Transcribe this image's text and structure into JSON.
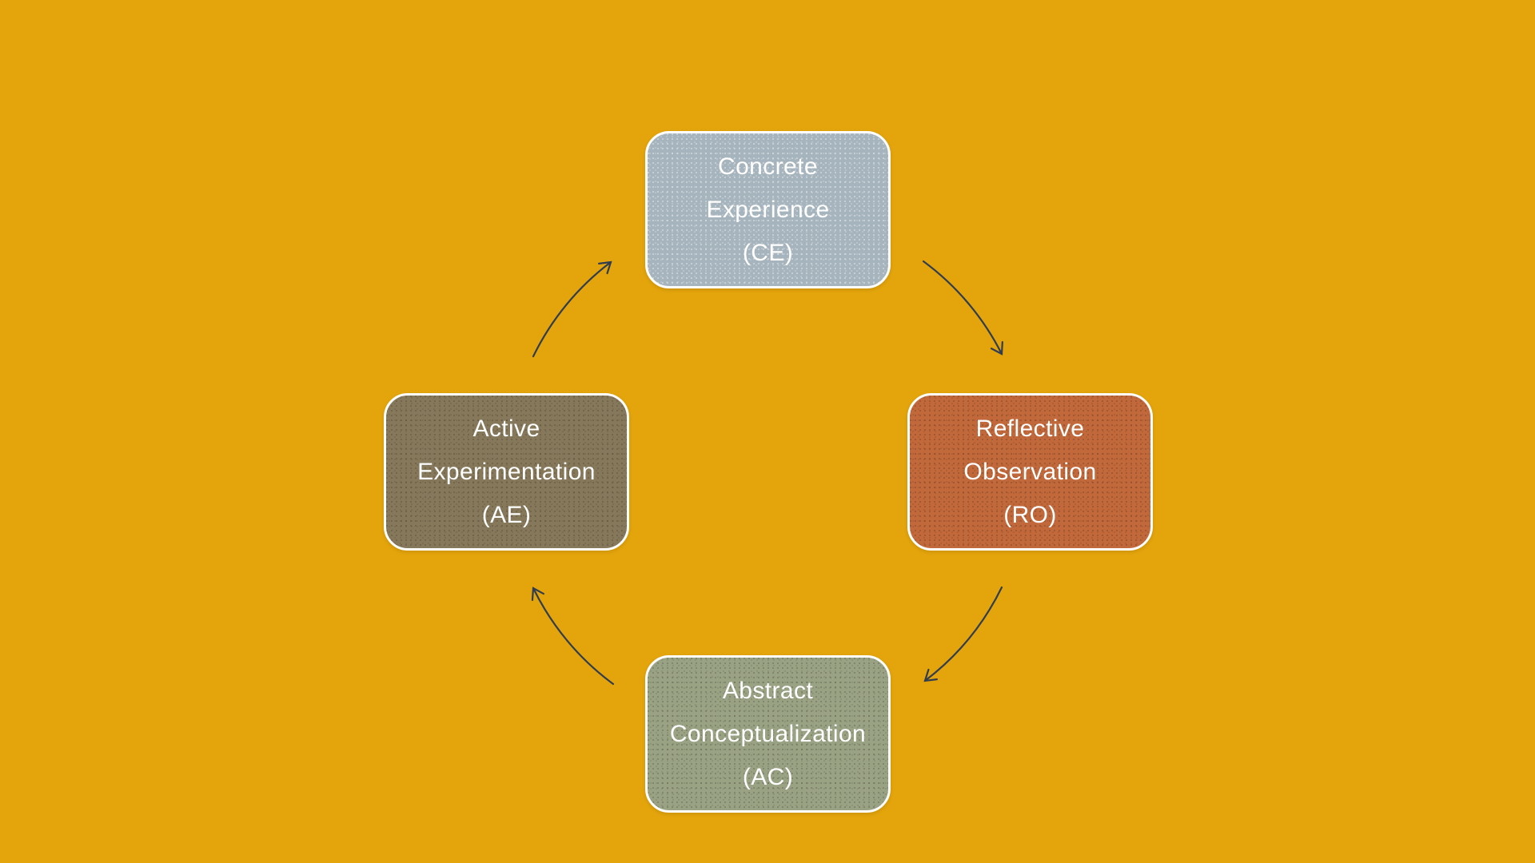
{
  "background_color": "#E4A50C",
  "arrow_color": "#313D4E",
  "nodes": {
    "ce": {
      "label": "Concrete Experience (CE)",
      "lines": [
        "Concrete",
        "Experience",
        "(CE)"
      ],
      "fill": "#A6B4BD",
      "text_color": "#FFFFFF"
    },
    "ro": {
      "label": "Reflective Observation (RO)",
      "lines": [
        "Reflective",
        "Observation",
        "(RO)"
      ],
      "fill": "#C2693C",
      "text_color": "#FFFFFF"
    },
    "ac": {
      "label": "Abstract Conceptualization (AC)",
      "lines": [
        "Abstract",
        "Conceptualization",
        "(AC)"
      ],
      "fill": "#99A384",
      "text_color": "#FFFFFF"
    },
    "ae": {
      "label": "Active Experimentation (AE)",
      "lines": [
        "Active",
        "Experimentation",
        "(AE)"
      ],
      "fill": "#86795B",
      "text_color": "#FFFFFF"
    }
  },
  "arrows": [
    {
      "from": "Concrete Experience (CE)",
      "to": "Reflective Observation (RO)"
    },
    {
      "from": "Reflective Observation (RO)",
      "to": "Abstract Conceptualization (AC)"
    },
    {
      "from": "Abstract Conceptualization (AC)",
      "to": "Active Experimentation (AE)"
    },
    {
      "from": "Active Experimentation (AE)",
      "to": "Concrete Experience (CE)"
    }
  ]
}
